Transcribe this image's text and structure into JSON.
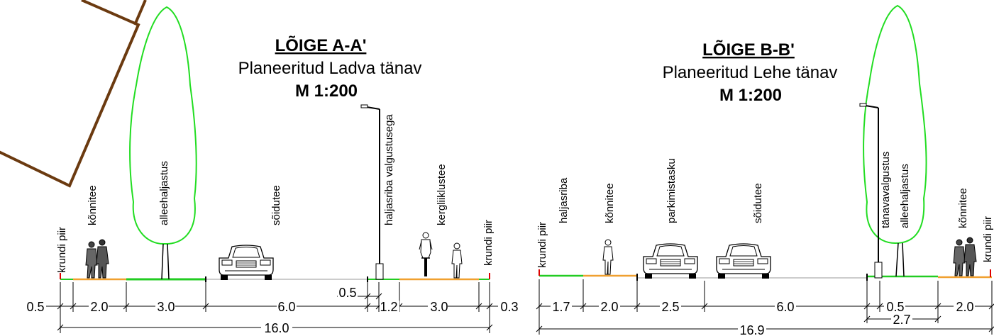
{
  "section_a": {
    "title": "LÕIGE A-A'",
    "subtitle": "Planeeritud Ladva tänav",
    "scale": "M 1:200",
    "labels": {
      "krundi_piir_left": "krundi piir",
      "konnitee": "kõnnitee",
      "alleehaljastus": "alleehaljastus",
      "soidutee": "sõidutee",
      "haljasriba_valgustusega": "haljasriba valgustusega",
      "kergliiklustee": "kergliiklustee",
      "krundi_piir_right": "krundi piir"
    },
    "dims": {
      "d05_left": "0.5",
      "d20": "2.0",
      "d30": "3.0",
      "d60": "6.0",
      "d05_mid": "0.5",
      "d12": "1.2",
      "d30b": "3.0",
      "d03": "0.3",
      "total": "16.0"
    }
  },
  "section_b": {
    "title": "LÕIGE B-B'",
    "subtitle": "Planeeritud Lehe tänav",
    "scale": "M 1:200",
    "labels": {
      "krundi_piir_left": "krundi piir",
      "haljasriba": "haljasriba",
      "konnitee": "kõnnitee",
      "parkimistasku": "parkimistasku",
      "soidutee": "sõidutee",
      "tanavavalgustus": "tänavavalgustus",
      "alleehaljastus": "alleehaljastus",
      "konnitee_right": "kõnnitee",
      "krundi_piir_right": "krundi piir"
    },
    "dims": {
      "d17": "1.7",
      "d20": "2.0",
      "d25": "2.5",
      "d60": "6.0",
      "d05": "0.5",
      "d27": "2.7",
      "d20b": "2.0",
      "total": "16.9"
    }
  },
  "colors": {
    "tree_outline": "#22dd22",
    "grass": "#22cc22",
    "sidewalk": "#f0a030",
    "road": "#cccccc",
    "boundary_marker": "#dd0000",
    "building_outline": "#6b3a10"
  },
  "icons": [
    "tree-icon",
    "car-icon",
    "pedestrian-couple-icon",
    "pedestrian-icon",
    "cyclist-icon",
    "street-lamp-icon"
  ]
}
